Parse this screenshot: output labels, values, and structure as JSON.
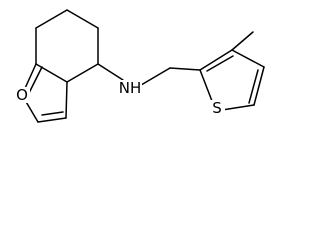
{
  "atoms": {
    "oxygen": "O",
    "nitrogen_amine": "NH",
    "sulfur": "S"
  },
  "colors": {
    "bond": "#000000",
    "background": "#ffffff"
  }
}
